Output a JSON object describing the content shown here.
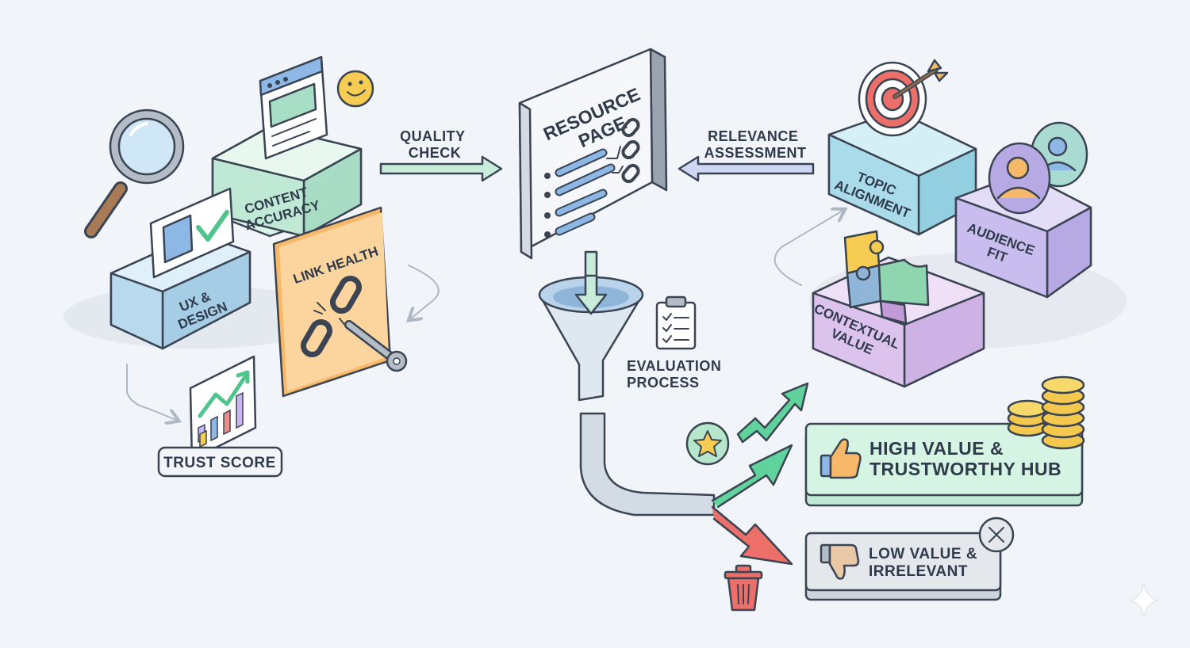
{
  "diagram": {
    "left_modules": {
      "content_accuracy": "CONTENT ACCURACY",
      "ux_design": "UX & DESIGN",
      "link_health": "LINK HEALTH",
      "trust_score": "TRUST SCORE"
    },
    "center": {
      "quality_check": "QUALITY CHECK",
      "resource_page": "RESOURCE PAGE",
      "relevance_assessment": "RELEVANCE ASSESSMENT",
      "evaluation_process": "EVALUATION PROCESS"
    },
    "right_modules": {
      "topic_alignment": "TOPIC ALIGNMENT",
      "audience_fit": "AUDIENCE FIT",
      "contextual_value": "CONTEXTUAL VALUE"
    },
    "outcomes": {
      "high_value": "HIGH VALUE & TRUSTWORTHY HUB",
      "low_value": "LOW VALUE & IRRELEVANT"
    },
    "colors": {
      "green_block": "#bfe9d5",
      "blue_block": "#c6e2f3",
      "orange_block": "#fcd59e",
      "teal_block": "#b9e2ee",
      "purple_block": "#d3c9f1",
      "lilac_block": "#e2cdf0",
      "success_green": "#5fd39b",
      "fail_red": "#ec6f6a",
      "coin_gold": "#f3c84c"
    }
  }
}
